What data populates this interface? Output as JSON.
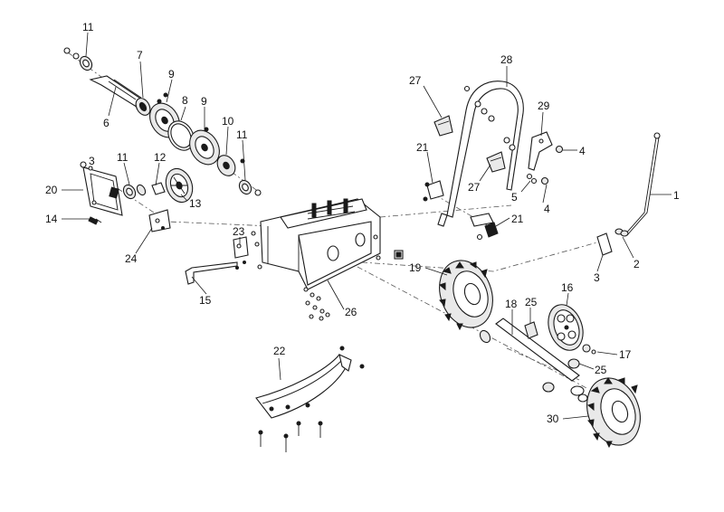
{
  "callouts": [
    {
      "id": "c11a",
      "text": "11"
    },
    {
      "id": "c7",
      "text": "7"
    },
    {
      "id": "c9a",
      "text": "9"
    },
    {
      "id": "c8",
      "text": "8"
    },
    {
      "id": "c9b",
      "text": "9"
    },
    {
      "id": "c10",
      "text": "10"
    },
    {
      "id": "c11b",
      "text": "11"
    },
    {
      "id": "c6",
      "text": "6"
    },
    {
      "id": "c11c",
      "text": "11"
    },
    {
      "id": "c12",
      "text": "12"
    },
    {
      "id": "c3a",
      "text": "3"
    },
    {
      "id": "c20",
      "text": "20"
    },
    {
      "id": "c13",
      "text": "13"
    },
    {
      "id": "c14",
      "text": "14"
    },
    {
      "id": "c24",
      "text": "24"
    },
    {
      "id": "c23",
      "text": "23"
    },
    {
      "id": "c15",
      "text": "15"
    },
    {
      "id": "c26",
      "text": "26"
    },
    {
      "id": "c22",
      "text": "22"
    },
    {
      "id": "c28",
      "text": "28"
    },
    {
      "id": "c27a",
      "text": "27"
    },
    {
      "id": "c29",
      "text": "29"
    },
    {
      "id": "c4a",
      "text": "4"
    },
    {
      "id": "c21a",
      "text": "21"
    },
    {
      "id": "c27b",
      "text": "27"
    },
    {
      "id": "c5",
      "text": "5"
    },
    {
      "id": "c4b",
      "text": "4"
    },
    {
      "id": "c21b",
      "text": "21"
    },
    {
      "id": "c1",
      "text": "1"
    },
    {
      "id": "c2",
      "text": "2"
    },
    {
      "id": "c3b",
      "text": "3"
    },
    {
      "id": "c19",
      "text": "19"
    },
    {
      "id": "c18",
      "text": "18"
    },
    {
      "id": "c25a",
      "text": "25"
    },
    {
      "id": "c16",
      "text": "16"
    },
    {
      "id": "c17",
      "text": "17"
    },
    {
      "id": "c25b",
      "text": "25"
    },
    {
      "id": "c30",
      "text": "30"
    }
  ]
}
